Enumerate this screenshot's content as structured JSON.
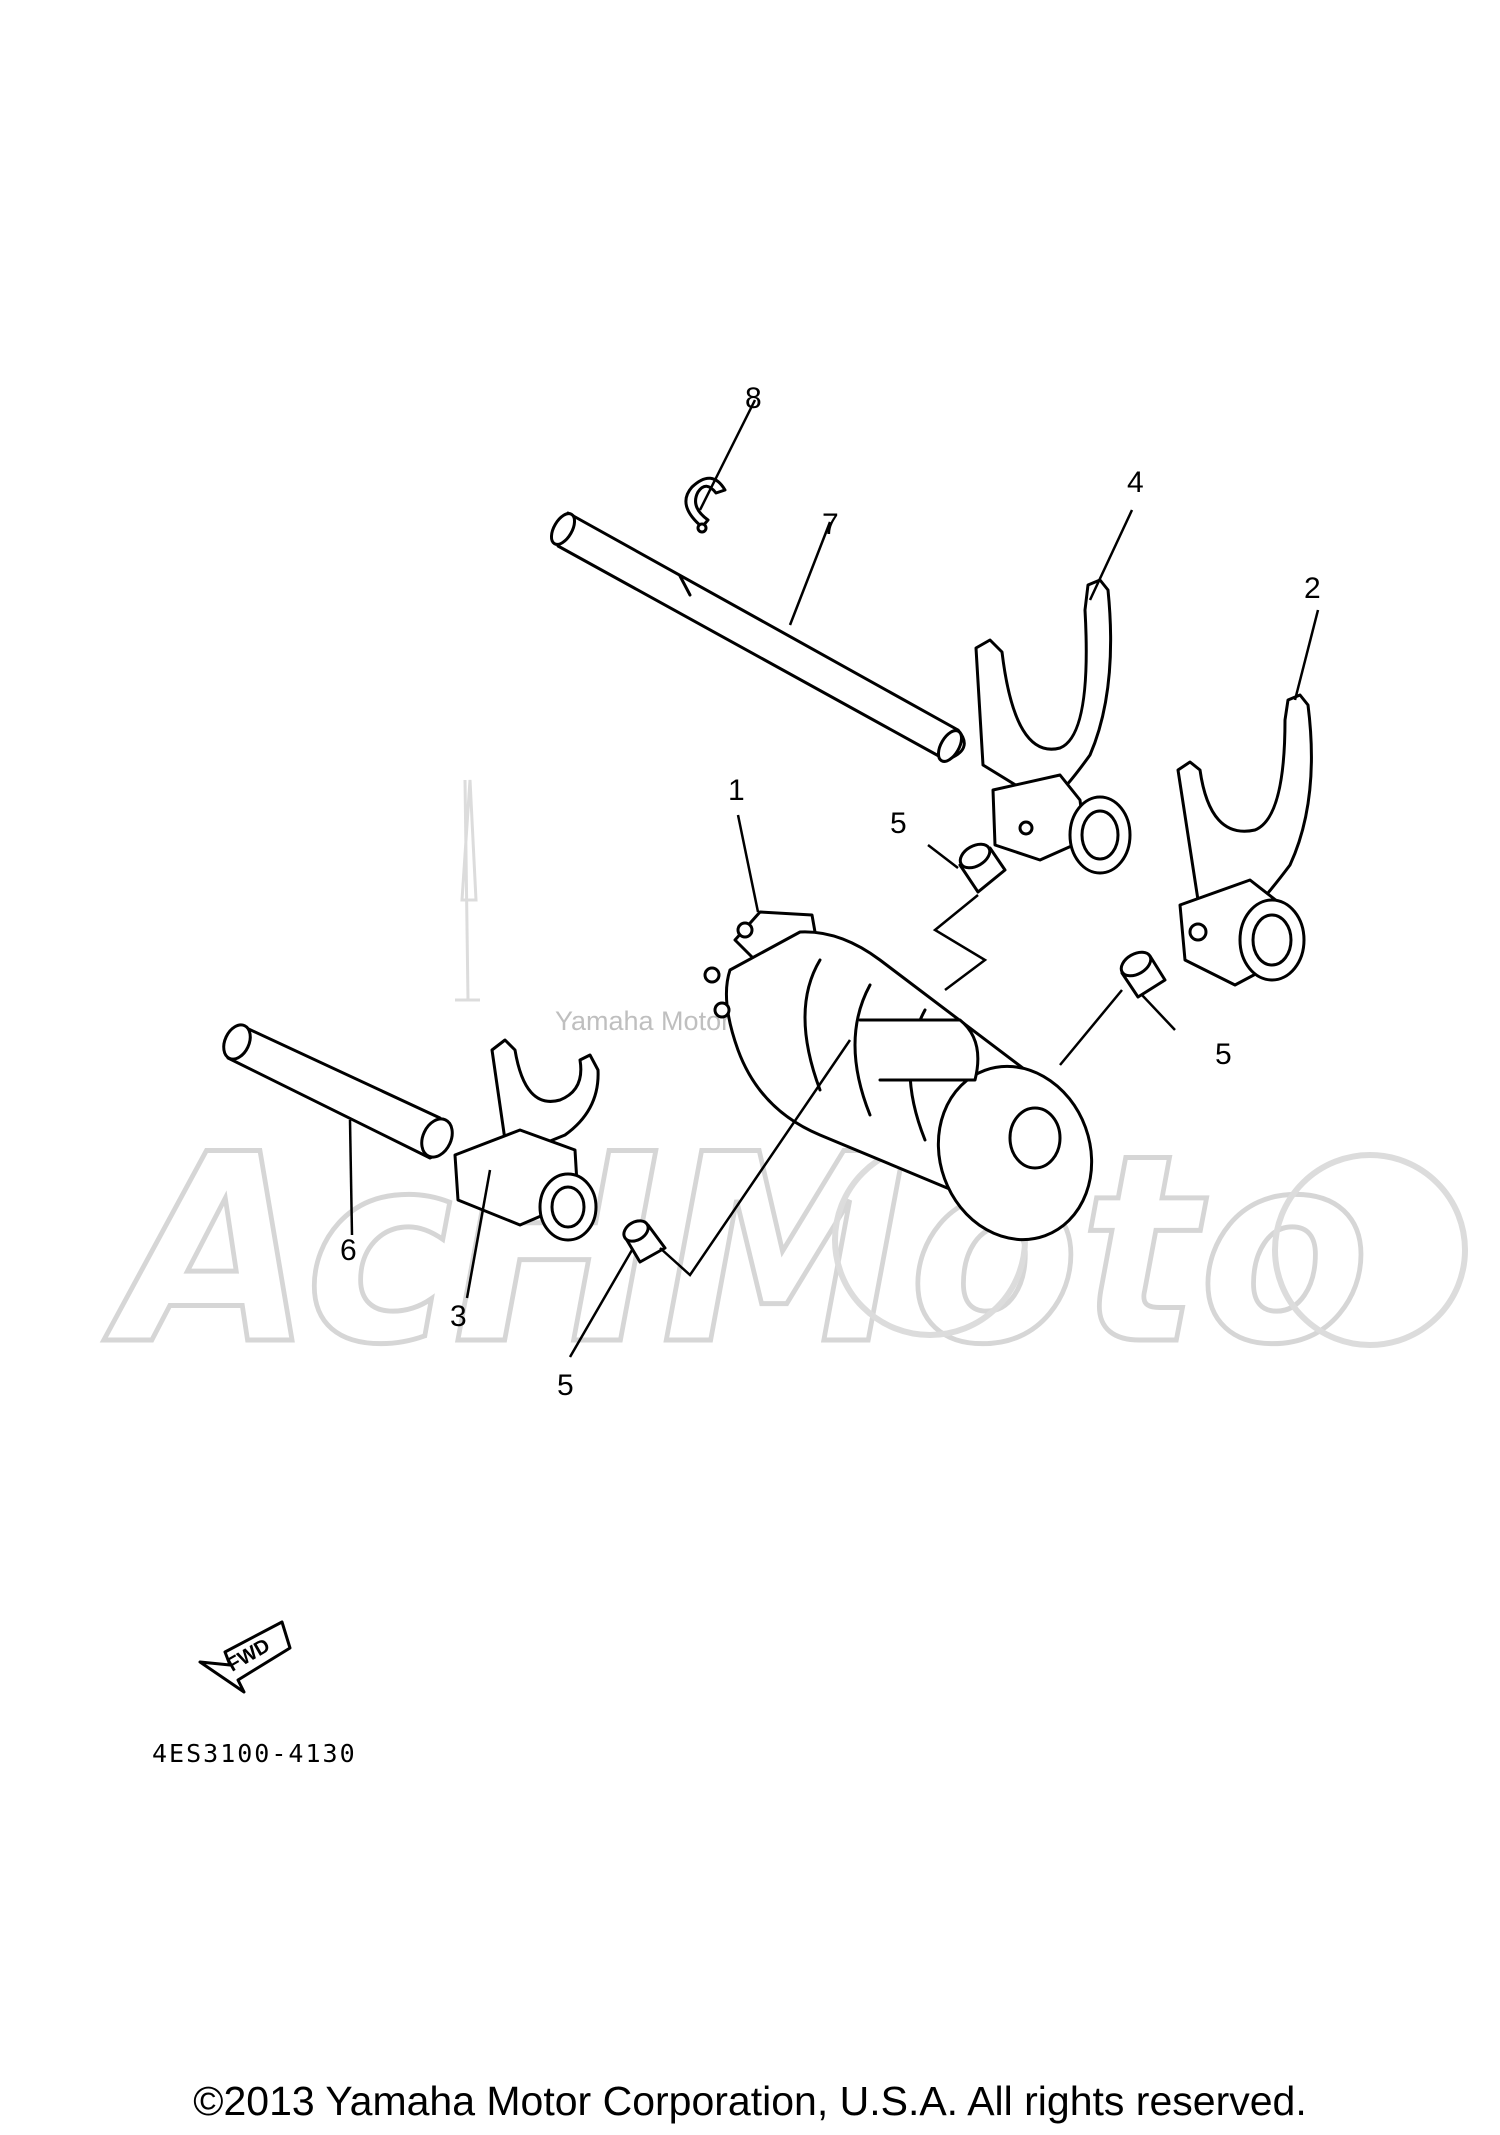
{
  "callouts": [
    "1",
    "2",
    "3",
    "4",
    "5",
    "5",
    "5",
    "6",
    "7",
    "8"
  ],
  "fwd_label": "FWD",
  "diagram_code": "4ES3100-4130",
  "watermark": {
    "brand": "AcHMoto",
    "notice": "Yamaha Motor Corp., U.S.A."
  },
  "copyright": "©2013 Yamaha Motor Corporation, U.S.A. All rights reserved."
}
